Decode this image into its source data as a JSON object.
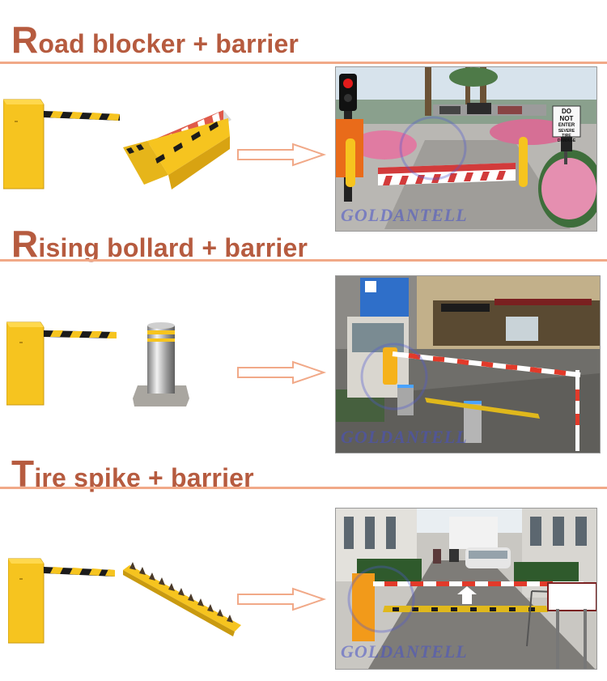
{
  "sections": [
    {
      "title_first": "R",
      "title_rest": "oad blocker + barrier"
    },
    {
      "title_first": "R",
      "title_rest": "ising bollard + barrier"
    },
    {
      "title_first": "T",
      "title_rest": "ire spike + barrier"
    }
  ],
  "watermark": "GOLDANTELL",
  "sign_text": [
    "DO",
    "NOT",
    "ENTER",
    "SEVERE TIRE",
    "DAMAGE"
  ],
  "colors": {
    "title": "#b65b3f",
    "divider": "#f1a988",
    "barrier_yellow": "#f6c41f",
    "arm_black": "#1b1b1b",
    "arrow": "#f1a988"
  }
}
